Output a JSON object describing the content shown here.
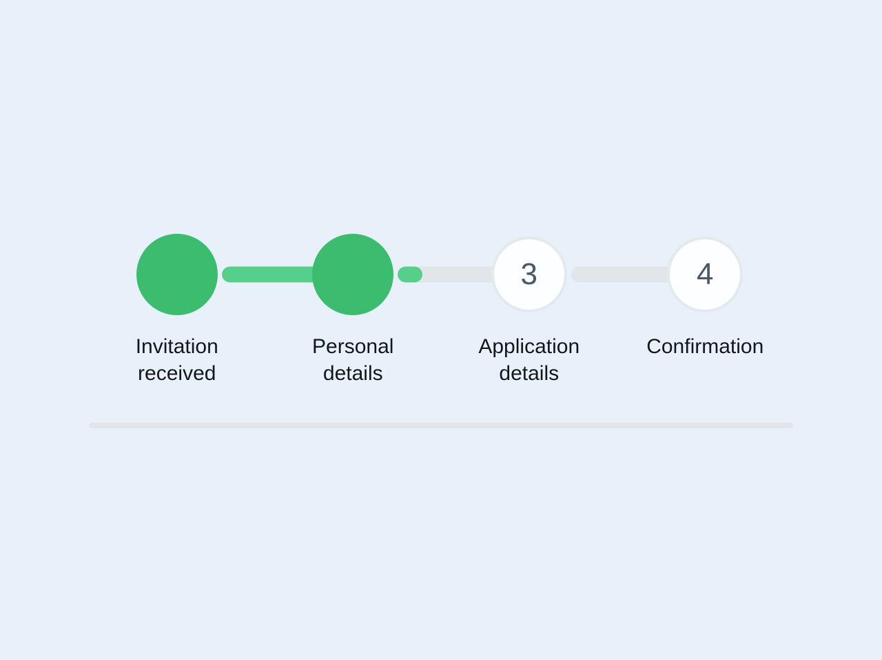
{
  "background_color": "#e8f0fa",
  "theme": {
    "completed_color": "#3cbc6f",
    "connector_active_color": "#55d08a",
    "connector_inactive_color": "#e2e6e8",
    "pending_circle_background": "#fdfeff",
    "pending_circle_border": "#e4eaec",
    "number_text_color": "#49596a",
    "label_text_color": "#14161a",
    "divider_color": "#e0e6e8"
  },
  "stepper": {
    "name": "application-progress-stepper",
    "current_step": 2,
    "total_steps": 4,
    "steps": [
      {
        "index": 1,
        "marker": "",
        "label": "Invitation received",
        "state": "completed",
        "connector": {
          "present": true,
          "fill_percent": 100
        }
      },
      {
        "index": 2,
        "marker": "",
        "label": "Personal details",
        "state": "completed",
        "connector": {
          "present": true,
          "fill_percent": 21
        }
      },
      {
        "index": 3,
        "marker": "3",
        "label": "Application details",
        "state": "pending",
        "connector": {
          "present": true,
          "fill_percent": 0
        }
      },
      {
        "index": 4,
        "marker": "4",
        "label": "Confirmation",
        "state": "pending",
        "connector": {
          "present": false,
          "fill_percent": 0
        }
      }
    ]
  },
  "divider": {
    "name": "section-divider"
  }
}
